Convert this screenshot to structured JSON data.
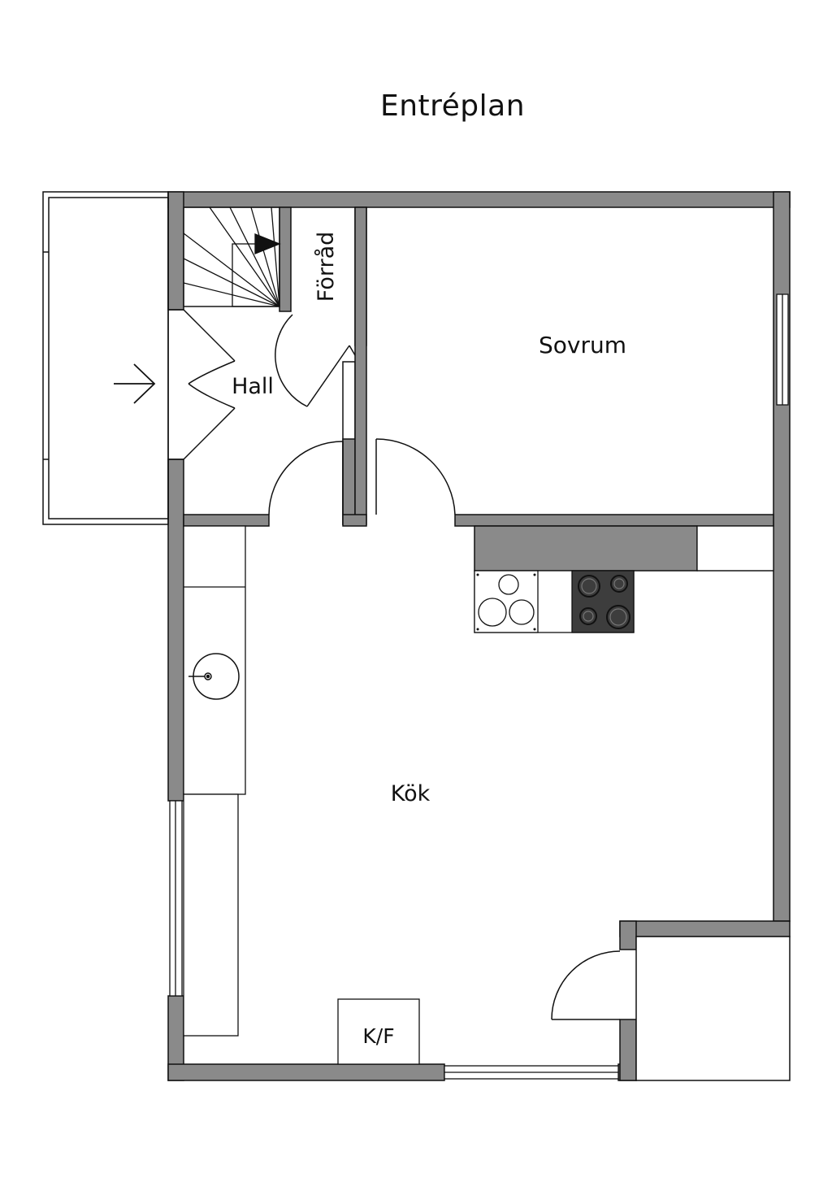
{
  "plan": {
    "title": "Entréplan",
    "rooms": {
      "hall": "Hall",
      "forrad": "Förråd",
      "sovrum": "Sovrum",
      "kok": "Kök",
      "kf": "K/F"
    }
  },
  "colors": {
    "wall": "#8a8a8a",
    "line": "#111111",
    "stove": "#3d3d3d",
    "background": "#ffffff"
  }
}
